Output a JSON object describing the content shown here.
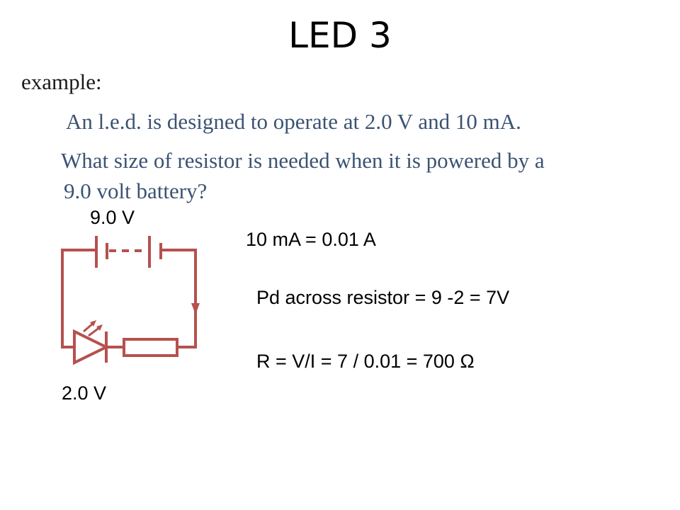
{
  "slide": {
    "title": "LED 3",
    "example_label": "example:",
    "question_lines": [
      "An l.e.d. is designed to operate at 2.0 V and 10 mA.",
      "What size of resistor is needed when it is powered by a",
      "9.0 volt battery?"
    ]
  },
  "circuit": {
    "battery_label": "9.0 V",
    "led_label": "2.0 V",
    "wire_color": "#b5514e"
  },
  "working": [
    "10 mA = 0.01 A",
    "Pd across resistor = 9 -2 = 7V",
    "R = V/I  =  7 / 0.01  = 700 Ω"
  ]
}
